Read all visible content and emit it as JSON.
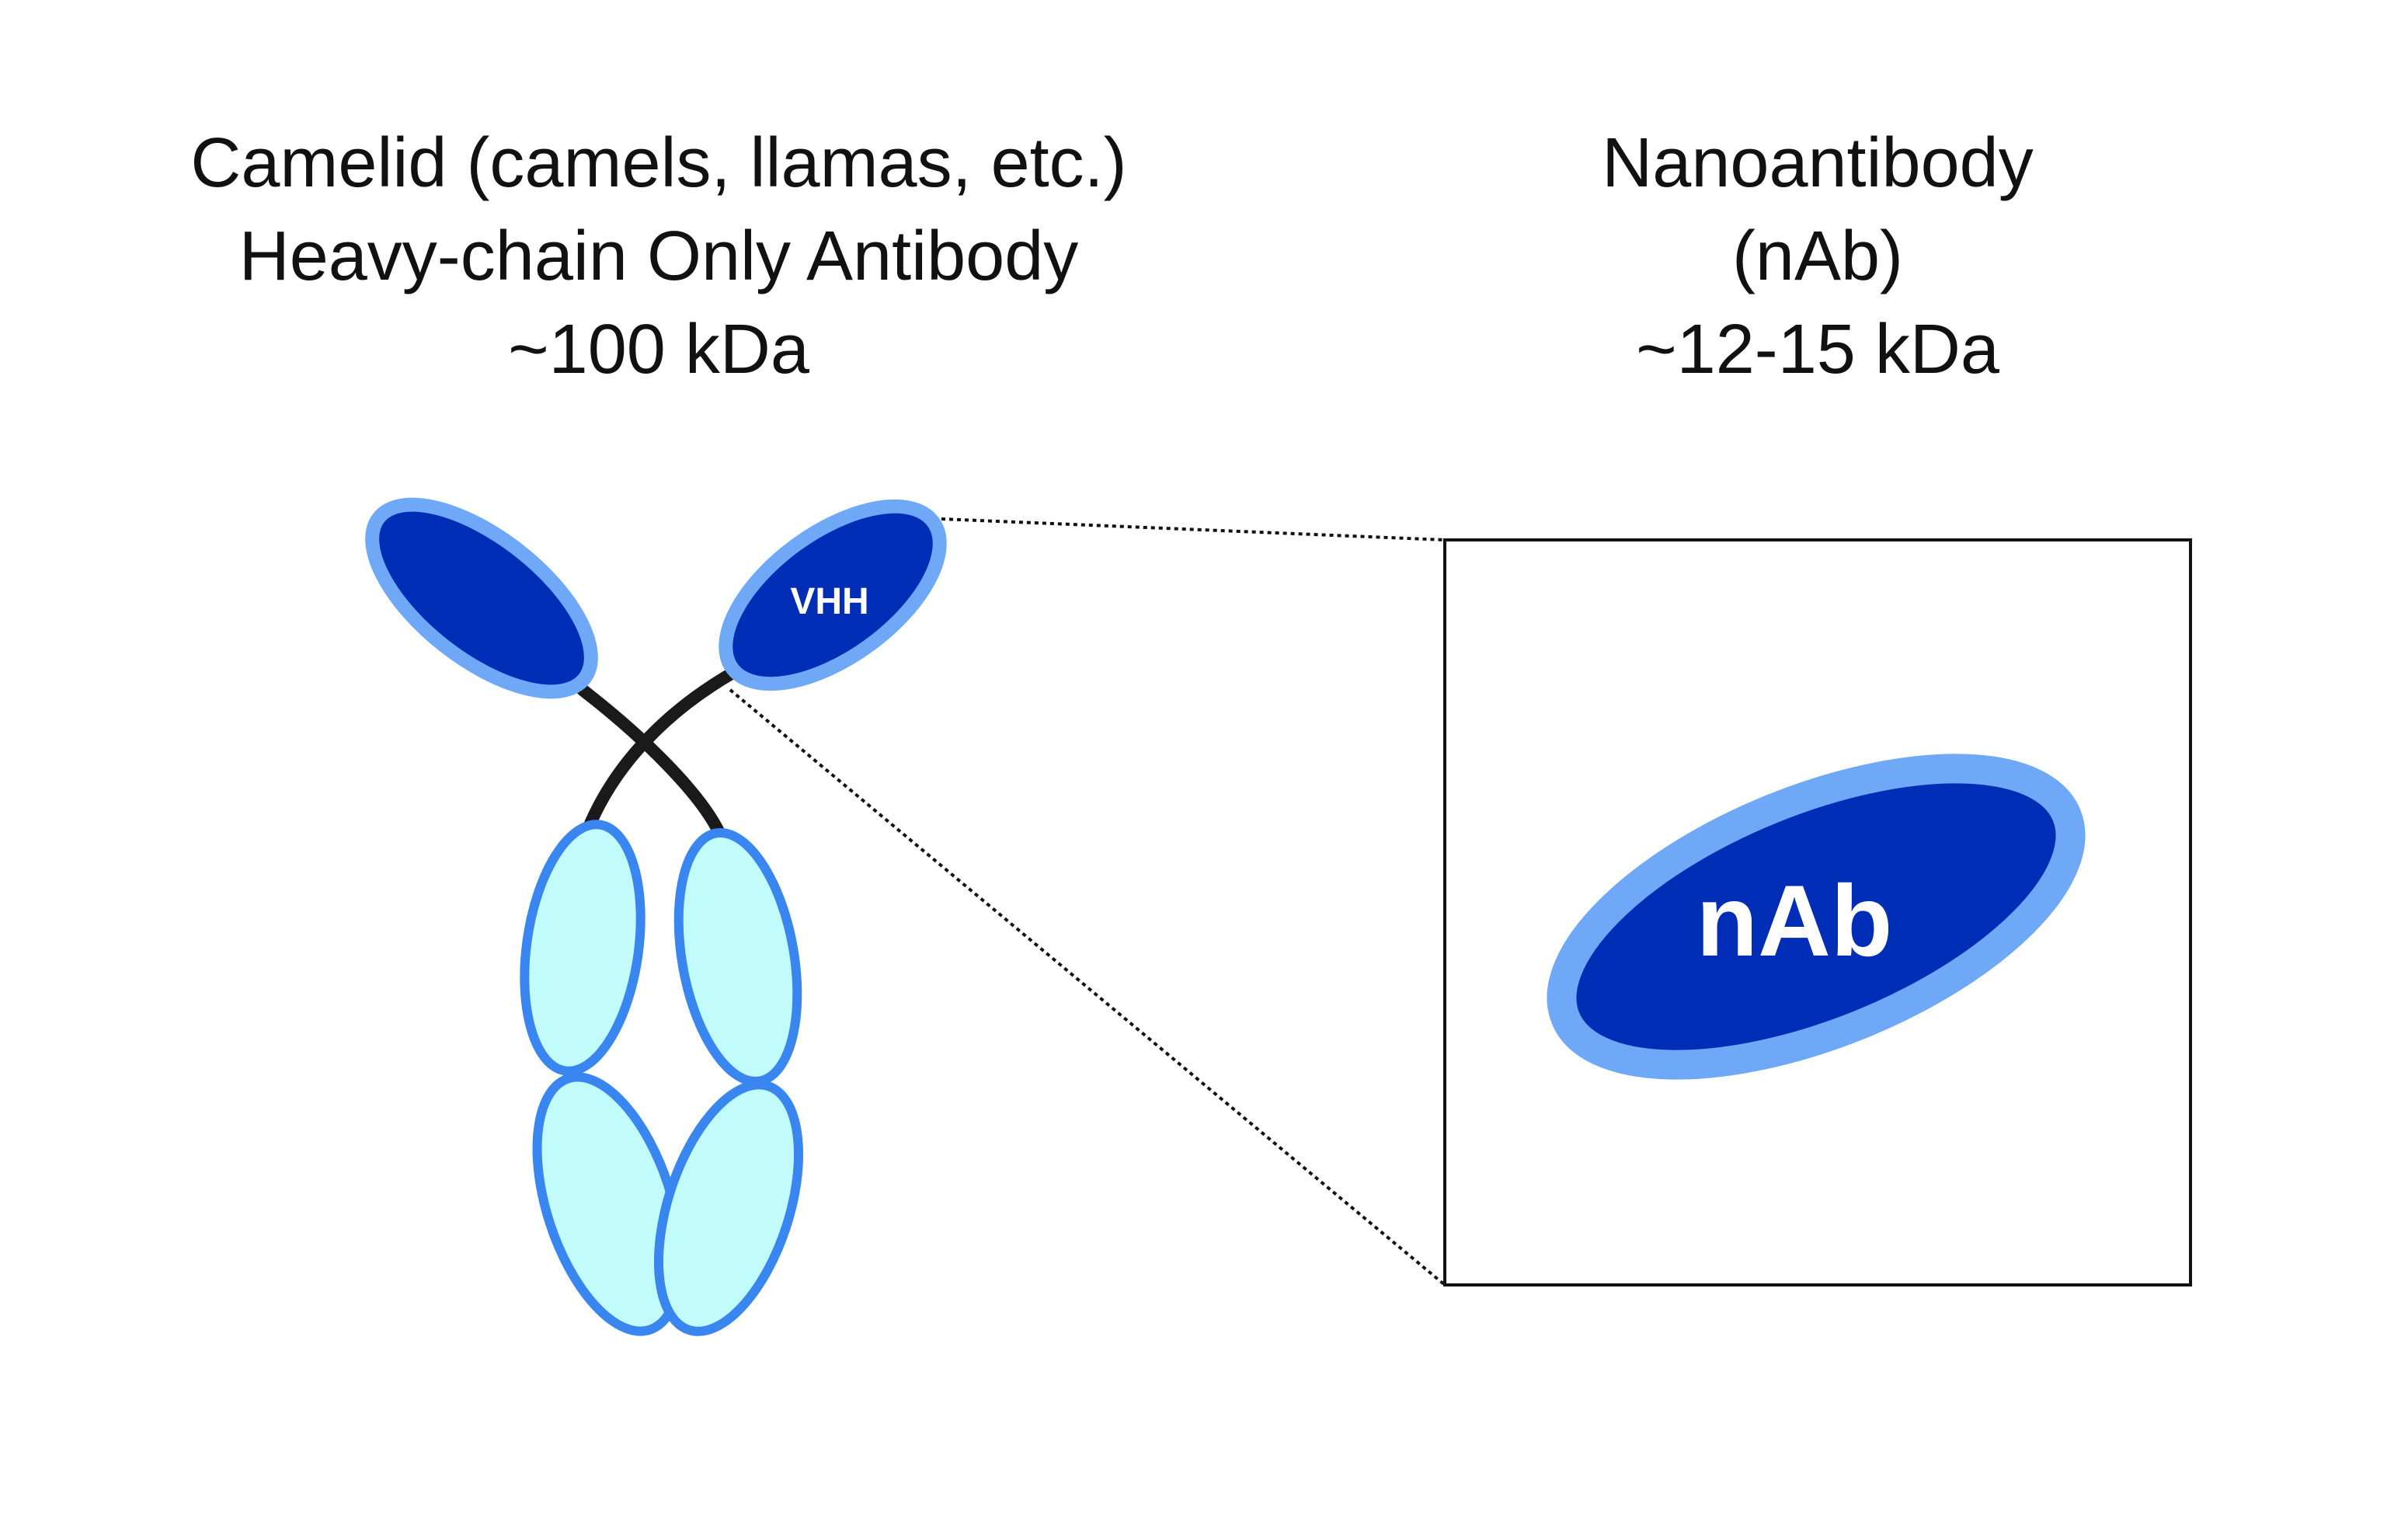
{
  "left_title": {
    "line1": "Camelid (camels, llamas, etc.)",
    "line2": "Heavy-chain Only Antibody",
    "line3": "~100 kDa"
  },
  "right_title": {
    "line1": "Nanoantibody",
    "line2": "(nAb)",
    "line3": "~12-15 kDa"
  },
  "labels": {
    "vhh": "VHH",
    "nab": "nAb"
  },
  "colors": {
    "dark_blue": "#002db5",
    "light_blue_outline": "#6ea8f7",
    "constant_fill": "#c2fbfb",
    "constant_outline": "#3a86f0",
    "hinge": "#1a1a1a",
    "text": "#111111"
  }
}
